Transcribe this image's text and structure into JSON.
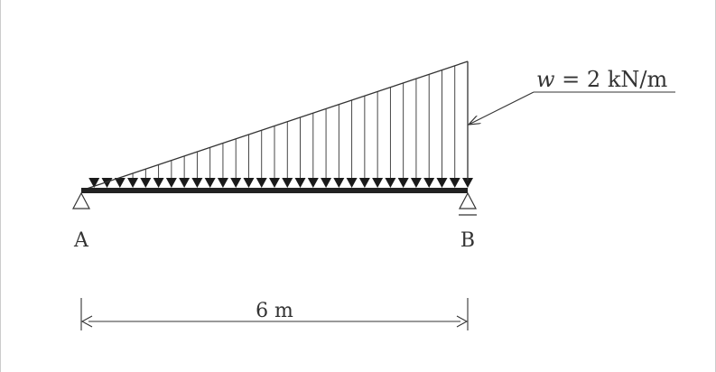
{
  "load": {
    "symbol": "w",
    "equals": " = 2 kN/m",
    "distribution": "triangular",
    "max_value": 2,
    "unit": "kN/m",
    "arrow_count": 30
  },
  "supports": {
    "left_label": "A",
    "right_label": "B",
    "left_type": "pin",
    "right_type": "roller"
  },
  "span": {
    "label": "6 m",
    "length_m": 6
  },
  "colors": {
    "stroke": "#333333",
    "beam": "#222222"
  }
}
